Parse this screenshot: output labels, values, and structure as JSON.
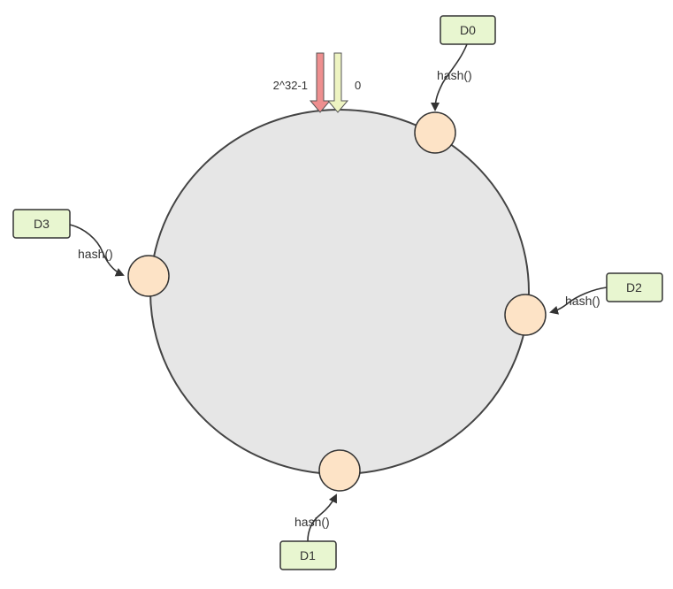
{
  "ring": {
    "max_label": "2^32-1",
    "zero_label": "0"
  },
  "data_items": [
    {
      "label": "D0"
    },
    {
      "label": "D1"
    },
    {
      "label": "D2"
    },
    {
      "label": "D3"
    }
  ],
  "hash_label": "hash()",
  "colors": {
    "ring_fill": "#e6e6e6",
    "ring_stroke": "#444444",
    "node_fill": "#fde3c6",
    "box_fill": "#e8f6d0",
    "arrow_max": "#ee8f8f",
    "arrow_zero": "#eef4c2"
  }
}
